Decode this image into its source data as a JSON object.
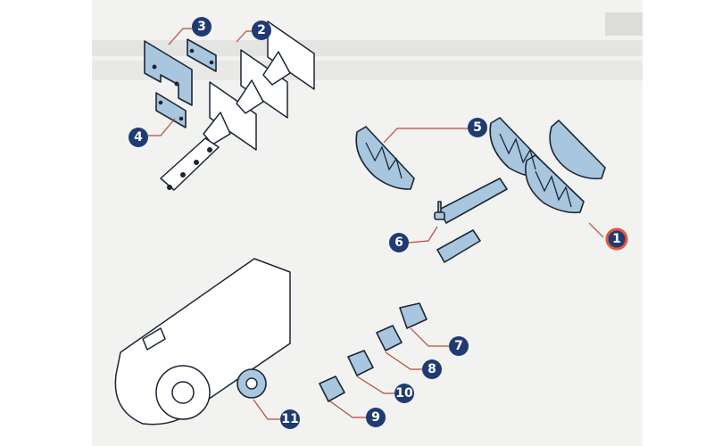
{
  "diagram": {
    "type": "exploded-parts-diagram",
    "colors": {
      "part_fill": "#a9c6df",
      "callout": "#1f3b73",
      "highlight": "#e8573a",
      "leader": "#b84a3a"
    },
    "callouts": [
      {
        "id": "3",
        "label": "3"
      },
      {
        "id": "2",
        "label": "2"
      },
      {
        "id": "4",
        "label": "4"
      },
      {
        "id": "5",
        "label": "5"
      },
      {
        "id": "6",
        "label": "6"
      },
      {
        "id": "1",
        "label": "1",
        "highlighted": true
      },
      {
        "id": "7",
        "label": "7"
      },
      {
        "id": "8",
        "label": "8"
      },
      {
        "id": "10",
        "label": "10"
      },
      {
        "id": "9",
        "label": "9"
      },
      {
        "id": "11",
        "label": "11"
      }
    ]
  }
}
